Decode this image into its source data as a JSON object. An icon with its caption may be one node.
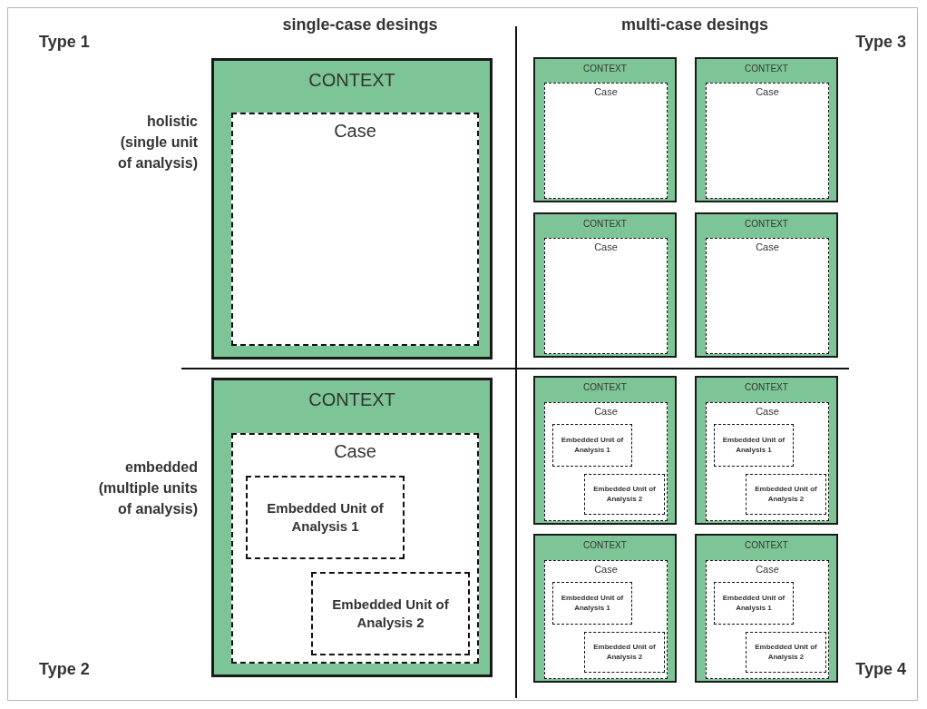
{
  "diagram": {
    "nodes": [
      {
        "text": [
          "CONTEXT"
        ]
      },
      {
        "text": [
          "Case"
        ],
        "in": 0
      },
      {
        "text": [
          "CONTEXT"
        ]
      },
      {
        "text": [
          "Case"
        ],
        "in": 2
      },
      {
        "text": [
          "CONTEXT"
        ]
      },
      {
        "text": [
          "Case"
        ],
        "in": 4
      },
      {
        "text": [
          "CONTEXT"
        ]
      },
      {
        "text": [
          "Case"
        ],
        "in": 6
      },
      {
        "text": [
          "CONTEXT"
        ]
      },
      {
        "text": [
          "Case"
        ],
        "in": 8
      },
      {
        "text": [
          "CONTEXT"
        ]
      },
      {
        "text": [
          "Case"
        ],
        "in": 10
      },
      {
        "text": [
          "Embedded Unit of Analysis 1"
        ],
        "in": 11
      },
      {
        "text": [
          "Embedded Unit of Analysis 2"
        ],
        "in": 11
      },
      {
        "text": [
          "CONTEXT"
        ]
      },
      {
        "text": [
          "Case"
        ],
        "in": 14
      },
      {
        "text": [
          "Embedded Unit of Analysis 1"
        ],
        "in": 15
      },
      {
        "text": [
          "Embedded Unit of Analysis 2"
        ],
        "in": 15
      },
      {
        "text": [
          "CONTEXT"
        ]
      },
      {
        "text": [
          "Case"
        ],
        "in": 18
      },
      {
        "text": [
          "Embedded Unit of Analysis 1"
        ],
        "in": 19
      },
      {
        "text": [
          "Embedded Unit of Analysis 2"
        ],
        "in": 19
      },
      {
        "text": [
          "CONTEXT"
        ]
      },
      {
        "text": [
          "Case"
        ],
        "in": 22
      },
      {
        "text": [
          "Embedded Unit of Analysis 1"
        ],
        "in": 23
      },
      {
        "text": [
          "Embedded Unit of Analysis 2"
        ],
        "in": 23
      },
      {
        "text": [
          "CONTEXT"
        ]
      },
      {
        "text": [
          "Case"
        ],
        "in": 26
      },
      {
        "text": [
          "Embedded Unit of Analysis 1"
        ],
        "in": 27
      },
      {
        "text": [
          "Embedded Unit of Analysis 2"
        ],
        "in": 27
      }
    ],
    "labels": [
      "Type 1",
      "single-case desings",
      "multi-case desings",
      "Type 3",
      "holistic (single unit of analysis)",
      "embedded (multiple units of analysis)",
      "Type 2",
      "Type 4"
    ]
  }
}
